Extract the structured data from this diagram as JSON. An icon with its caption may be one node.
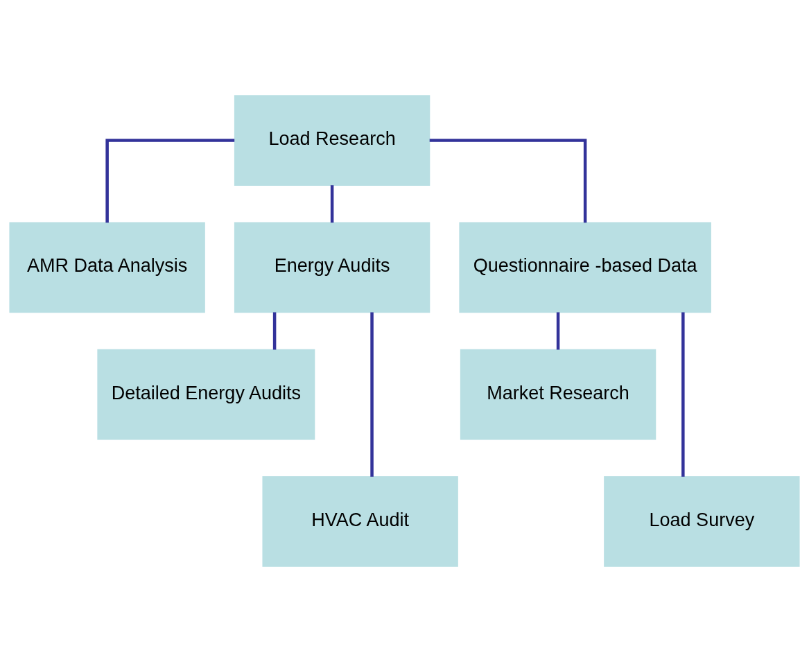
{
  "diagram": {
    "nodes": [
      {
        "text": [
          "Load Research"
        ]
      },
      {
        "text": [
          "AMR Data Analysis"
        ]
      },
      {
        "text": [
          "Energy Audits"
        ]
      },
      {
        "text": [
          "Questionnaire -based Data"
        ]
      },
      {
        "text": [
          "Detailed Energy Audits"
        ]
      },
      {
        "text": [
          "HVAC Audit"
        ]
      },
      {
        "text": [
          "Market Research"
        ]
      },
      {
        "text": [
          "Load Survey"
        ]
      }
    ],
    "edges": [
      {
        "from": 0,
        "to": 1,
        "arrow": "none"
      },
      {
        "from": 0,
        "to": 2,
        "arrow": "none"
      },
      {
        "from": 0,
        "to": 3,
        "arrow": "none"
      },
      {
        "from": 2,
        "to": 4,
        "arrow": "none"
      },
      {
        "from": 2,
        "to": 5,
        "arrow": "none"
      },
      {
        "from": 3,
        "to": 6,
        "arrow": "none"
      },
      {
        "from": 3,
        "to": 7,
        "arrow": "none"
      }
    ]
  }
}
